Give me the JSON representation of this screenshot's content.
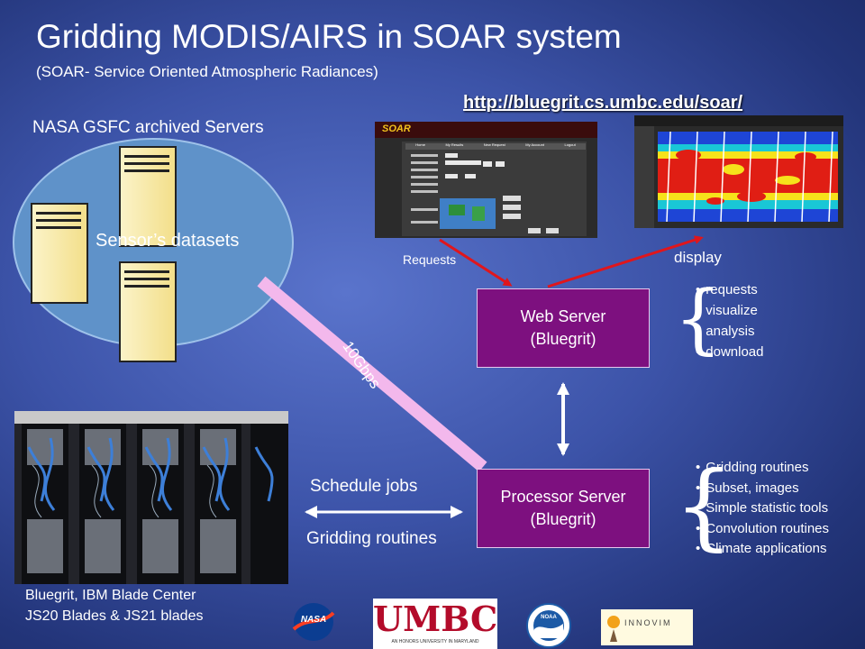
{
  "title": "Gridding MODIS/AIRS  in SOAR system",
  "subtitle": "(SOAR- Service Oriented Atmospheric Radiances)",
  "url": "http://bluegrit.cs.umbc.edu/soar/",
  "archive": {
    "label": "NASA GSFC archived Servers",
    "datasets_label": "Sensor’s datasets"
  },
  "link_speed": "10Gbps",
  "web_server": {
    "line1": "Web Server",
    "line2": "(Bluegrit)"
  },
  "processor_server": {
    "line1": "Processor Server",
    "line2": "(Bluegrit)"
  },
  "web_functions": [
    "requests",
    "visualize",
    "analysis",
    "download"
  ],
  "processor_functions": [
    "Gridding routines",
    "Subset, images",
    "Simple statistic tools",
    "Convolution routines",
    "Climate applications"
  ],
  "arrows": {
    "requests": "Requests",
    "display": "display",
    "schedule": "Schedule jobs",
    "gridding": "Gridding routines"
  },
  "cluster": {
    "line1": "Bluegrit, IBM Blade Center",
    "line2": "JS20 Blades & JS21 blades"
  },
  "screenshot": {
    "logo_text": "SOAR",
    "nav_items": [
      "Home",
      "My Results",
      "New Request",
      "My Account",
      "Logout"
    ]
  },
  "logos": {
    "nasa": "NASA",
    "umbc": "UMBC",
    "umbc_tagline": "AN HONORS UNIVERSITY IN MARYLAND",
    "noaa": "NOAA",
    "innovim": "INNOVIM"
  },
  "colors": {
    "server_box": "#7d107f",
    "arrow_red": "#e0161c",
    "link_pink": "#f3b8ec",
    "cloud": "#5f92c9"
  },
  "icons": [
    "server-tower-icon",
    "double-arrow-icon",
    "curly-brace-icon"
  ]
}
